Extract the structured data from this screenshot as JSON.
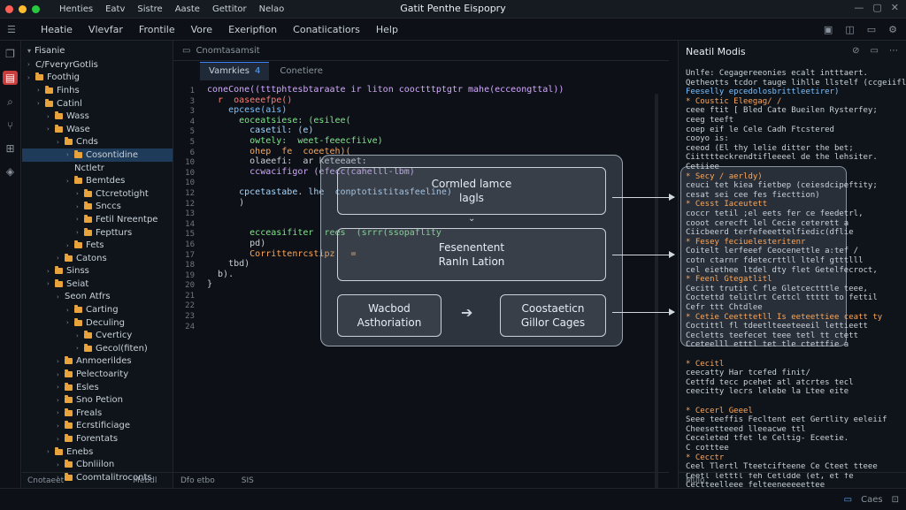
{
  "window": {
    "title": "Gatit Penthe Eispopry",
    "title_menu": [
      "Henties",
      "Eatv",
      "Sistre",
      "Aaste",
      "Gettitor",
      "Nelao"
    ],
    "traffic_lights": [
      "#ff5f57",
      "#febc2e",
      "#28c840"
    ]
  },
  "menubar": {
    "items": [
      "Heatie",
      "Vlevfar",
      "Frontile",
      "Vore",
      "Exeripfion",
      "Conatiicatiors",
      "Help"
    ]
  },
  "sidebar": {
    "header": "Fisanie",
    "tree": [
      {
        "label": "C/FveryrGotlis",
        "depth": 0,
        "folder": false,
        "caret": true
      },
      {
        "label": "Foothig",
        "depth": 0,
        "folder": true,
        "caret": true
      },
      {
        "label": "Finhs",
        "depth": 1,
        "folder": true,
        "caret": true
      },
      {
        "label": "Catinl",
        "depth": 1,
        "folder": true,
        "caret": true
      },
      {
        "label": "Wass",
        "depth": 2,
        "folder": true,
        "caret": true
      },
      {
        "label": "Wase",
        "depth": 2,
        "folder": true,
        "caret": true
      },
      {
        "label": "Cnds",
        "depth": 3,
        "folder": true,
        "caret": true
      },
      {
        "label": "Cosontidine",
        "depth": 4,
        "folder": true,
        "caret": true,
        "selected": true
      },
      {
        "label": "Nctletr",
        "depth": 4,
        "folder": false,
        "caret": false
      },
      {
        "label": "Bemtdes",
        "depth": 4,
        "folder": true,
        "caret": true
      },
      {
        "label": "Ctcretotight",
        "depth": 5,
        "folder": true,
        "caret": true
      },
      {
        "label": "Snccs",
        "depth": 5,
        "folder": true,
        "caret": true
      },
      {
        "label": "Fetil Nreentpe",
        "depth": 5,
        "folder": true,
        "caret": true
      },
      {
        "label": "Feptturs",
        "depth": 5,
        "folder": true,
        "caret": true
      },
      {
        "label": "Fets",
        "depth": 4,
        "folder": true,
        "caret": true
      },
      {
        "label": "Catons",
        "depth": 3,
        "folder": true,
        "caret": true
      },
      {
        "label": "Sinss",
        "depth": 2,
        "folder": true,
        "caret": true
      },
      {
        "label": "Seiat",
        "depth": 2,
        "folder": true,
        "caret": true
      },
      {
        "label": "Seon Atfrs",
        "depth": 3,
        "folder": false,
        "caret": true
      },
      {
        "label": "Carting",
        "depth": 4,
        "folder": true,
        "caret": true
      },
      {
        "label": "Deculing",
        "depth": 4,
        "folder": true,
        "caret": true
      },
      {
        "label": "Cverticy",
        "depth": 5,
        "folder": true,
        "caret": true
      },
      {
        "label": "Gecol(fiten)",
        "depth": 5,
        "folder": true,
        "caret": true
      },
      {
        "label": "Anmoerildes",
        "depth": 3,
        "folder": true,
        "caret": true
      },
      {
        "label": "Pelectoarity",
        "depth": 3,
        "folder": true,
        "caret": true
      },
      {
        "label": "Esles",
        "depth": 3,
        "folder": true,
        "caret": true
      },
      {
        "label": "Sno Petion",
        "depth": 3,
        "folder": true,
        "caret": true
      },
      {
        "label": "Freals",
        "depth": 3,
        "folder": true,
        "caret": true
      },
      {
        "label": "Ecrstificiage",
        "depth": 3,
        "folder": true,
        "caret": true
      },
      {
        "label": "Forentats",
        "depth": 3,
        "folder": true,
        "caret": true
      },
      {
        "label": "Enebs",
        "depth": 2,
        "folder": true,
        "caret": true
      },
      {
        "label": "Cbnliilon",
        "depth": 3,
        "folder": true,
        "caret": true
      },
      {
        "label": "Coomtalitroconts",
        "depth": 3,
        "folder": true,
        "caret": true
      }
    ],
    "footer": [
      "Cnotaeet",
      "Mebdl"
    ]
  },
  "editor": {
    "breadcrumb": "Cnomtasamsit",
    "tabs": [
      {
        "label": "Vamrkies",
        "active": true,
        "badge": "4"
      },
      {
        "label": "Conetiere",
        "active": false
      }
    ],
    "gutter": [
      "1",
      "3",
      "3",
      "4",
      "5",
      "5",
      "6",
      "10",
      "10",
      "10",
      "12",
      "12",
      "13",
      "14",
      "15",
      "16",
      "17",
      "18",
      "19",
      "20",
      "21",
      "22",
      "23",
      "24"
    ],
    "code": [
      {
        "text": "coneCone((tttphtesbtaraate ir liton cooctttptgtr mahe(ecceongttal))",
        "color": "#d2a8ff"
      },
      {
        "text": "  r  oaseeefpe()",
        "color": "#ff7b72"
      },
      {
        "text": "    epcese(ais)",
        "color": "#79c0ff"
      },
      {
        "text": "      eoceatsiese: (esilee(",
        "color": "#7ee787"
      },
      {
        "text": "        casetil: (e)",
        "color": "#a5d6ff"
      },
      {
        "text": "        owtely:  weet-feeecfiive)",
        "color": "#7ee787"
      },
      {
        "text": "        ohep  fe  coeeteh)(",
        "color": "#ffa657"
      },
      {
        "text": "        olaeefi:  ar keteeaet:",
        "color": "#c9d1d9"
      },
      {
        "text": "        ccwacifigor (efecc(cahelll-lbm)",
        "color": "#d2a8ff"
      },
      {
        "text": "",
        "color": "#c9d1d9"
      },
      {
        "text": "      cpcetastabe. lhe  conptotistitasfeeline)",
        "color": "#a5d6ff"
      },
      {
        "text": "      )",
        "color": "#c9d1d9"
      },
      {
        "text": "",
        "color": "#c9d1d9"
      },
      {
        "text": "",
        "color": "#c9d1d9"
      },
      {
        "text": "        ecceasifiter  rees  (srrr(ssopaflity",
        "color": "#7ee787"
      },
      {
        "text": "        pd)",
        "color": "#c9d1d9"
      },
      {
        "text": "        Corrittenrcstipz   =",
        "color": "#ffa657"
      },
      {
        "text": "    tbd)",
        "color": "#c9d1d9"
      },
      {
        "text": "  b).",
        "color": "#c9d1d9"
      },
      {
        "text": "}",
        "color": "#c9d1d9"
      }
    ],
    "footer": [
      "Dfo etbo",
      "SIS"
    ]
  },
  "diagram": {
    "box1": "Cormled lamce\nlagls",
    "box2": "Fesenentent\nRanln Lation",
    "box3": "Wacbod\nAsthoriation",
    "box4": "Coostaeticn\nGillor Cages"
  },
  "rightpanel": {
    "title": "Neatil Modis",
    "footer": "Mulo",
    "lines": [
      {
        "text": "Unlfe: Cegagereeonies  ecalt intttaert.",
        "color": "#c9d1d9"
      },
      {
        "text": "Qetheotts tcdor tauge lihlle llstelf (ccgeiifle",
        "color": "#c9d1d9"
      },
      {
        "text": "Feeselly epcedolosbrittleetirer)",
        "color": "#79c0ff"
      },
      {
        "text": "* Coustic Eleegag/ /",
        "color": "#ffa657"
      },
      {
        "text": "    ceee ftit  [ Bled Cate Bueilen Rysterfey;",
        "color": "#c9d1d9"
      },
      {
        "text": "    ceeg teeft",
        "color": "#c9d1d9"
      },
      {
        "text": "    coep eif  le  Cele Cadh Ftcstered",
        "color": "#c9d1d9"
      },
      {
        "text": "    cooyo  is:",
        "color": "#c9d1d9"
      },
      {
        "text": "    ceeod  (El  thy lelie ditter the  bet;",
        "color": "#c9d1d9"
      },
      {
        "text": "    Ciitttteckrendtifleeeel de  the lehsiter.",
        "color": "#c9d1d9"
      },
      {
        "text": "    Cetiiee",
        "color": "#c9d1d9"
      },
      {
        "text": "* Secy / aerldy)",
        "color": "#ffa657"
      },
      {
        "text": "    ceuci  tet  kiea fietbep (ceiesdcipeftity;",
        "color": "#c9d1d9"
      },
      {
        "text": "    cesat  sei  cee  fes  fiecttion)",
        "color": "#c9d1d9"
      },
      {
        "text": "* Cesst  Iaceutett",
        "color": "#ffa657"
      },
      {
        "text": "    coccr  tetil ;el  eets  fer  ce  feedetrl,",
        "color": "#c9d1d9"
      },
      {
        "text": "    cooot  cerecft  lel  Cecie ceterett  a",
        "color": "#c9d1d9"
      },
      {
        "text": "    Ciicbeerd  terfefeeettelfiedic(dflie",
        "color": "#c9d1d9"
      },
      {
        "text": "* Fesey feciuelesteritenr",
        "color": "#ffa657"
      },
      {
        "text": "    Coitelt   lerfeeef  Ceocenettle a:tef  /",
        "color": "#c9d1d9"
      },
      {
        "text": "    cotn  ctarnr  fdetecrttll  ltelf  gtttlll",
        "color": "#c9d1d9"
      },
      {
        "text": "    cel  eiethee  ltdel  dty  flet  Getelfecroct,",
        "color": "#c9d1d9"
      },
      {
        "text": "* Feenl Gtegatlitl",
        "color": "#ffa657"
      },
      {
        "text": "    Cecitt  trutit  C  fle  Gletcectttle  teee,",
        "color": "#c9d1d9"
      },
      {
        "text": "    Coctettd  telitlrt  Cettcl  ttttt  to  fettil",
        "color": "#c9d1d9"
      },
      {
        "text": "    Cefr  ttt   Chtdlee",
        "color": "#c9d1d9"
      },
      {
        "text": "* Cetie Ceetttetll  Is  eeteettiee  ceatt  ty",
        "color": "#ffa657"
      },
      {
        "text": "    Coctittl  fl  tdeetlteeeteeeil  lettieett",
        "color": "#c9d1d9"
      },
      {
        "text": "    Cecletts  teefecet  teee  tetl  tt  ctett",
        "color": "#c9d1d9"
      },
      {
        "text": "    Cceteelll  etttl   tet  tle  ctettfie  a",
        "color": "#c9d1d9"
      },
      {
        "text": "",
        "color": "#c9d1d9"
      },
      {
        "text": "* Cecitl",
        "color": "#ffa657"
      },
      {
        "text": "    ceecatty  Har tcefed  finit/",
        "color": "#c9d1d9"
      },
      {
        "text": "    Cettfd tecc  pcehet  atl  atcrtes  tecl",
        "color": "#c9d1d9"
      },
      {
        "text": "    ceecitty  lecrs  lelebe  la  Ltee  eite",
        "color": "#c9d1d9"
      },
      {
        "text": "",
        "color": "#c9d1d9"
      },
      {
        "text": "* Cecerl  Geeel",
        "color": "#ffa657"
      },
      {
        "text": "    Seee  teeffis  Fecltent  eet  Gertlity  eeleiif",
        "color": "#c9d1d9"
      },
      {
        "text": "    Cheesetteeed  lleeacwe  ttl",
        "color": "#c9d1d9"
      },
      {
        "text": "    Ceceleted  tfet  le  Celtig-  Eceetie.",
        "color": "#c9d1d9"
      },
      {
        "text": "    C  cotttee",
        "color": "#c9d1d9"
      },
      {
        "text": "* Cecctr",
        "color": "#ffa657"
      },
      {
        "text": "    Ceel  Tlertl  Tteetcifteene  Ce  Cteet  tteee",
        "color": "#c9d1d9"
      },
      {
        "text": "    Ceetl  letttl  feh  Cetldde  (et,  et  fe",
        "color": "#c9d1d9"
      },
      {
        "text": "    Cectteelleee  felteeneeeeettee",
        "color": "#c9d1d9"
      }
    ]
  },
  "statusbar": {
    "right_label": "Caes"
  }
}
